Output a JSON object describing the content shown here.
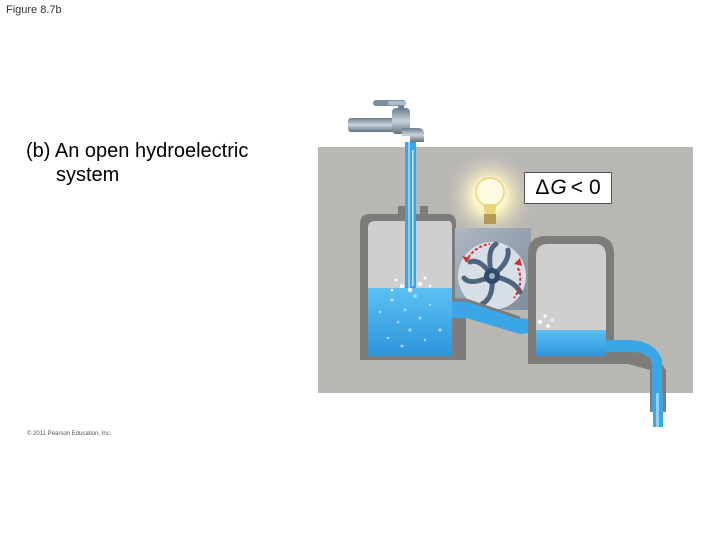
{
  "figure": {
    "label": "Figure 8.7b",
    "caption_line1": "(b) An open hydroelectric",
    "caption_line2": "system",
    "copyright": "© 2011 Pearson Education, Inc."
  },
  "illustration": {
    "delta_symbol": "Δ",
    "g_symbol": "G",
    "relation": "<",
    "value": "0",
    "colors": {
      "background_panel": "#b8b7b4",
      "water": "#3aa6e8",
      "water_light": "#8fd0f4",
      "tank": "#7d7c7a",
      "tank_inner": "#cfcfcf",
      "turbine": "#8a99ac",
      "bulb_glow": "#fff3b0",
      "arrows": "#d0302a"
    },
    "icons": [
      "faucet-icon",
      "light-bulb-icon",
      "turbine-icon"
    ]
  }
}
